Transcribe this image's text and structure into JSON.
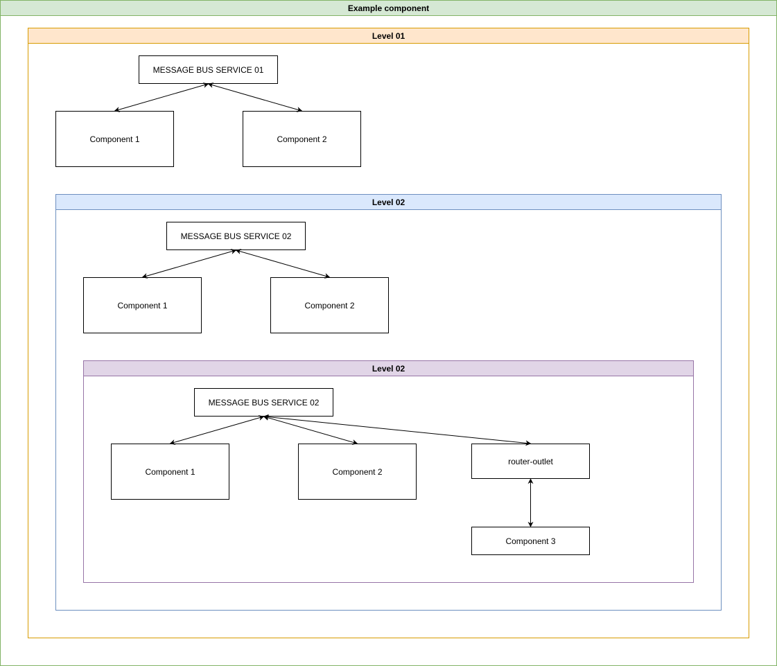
{
  "outer_title": "Example component",
  "level01": {
    "title": "Level 01",
    "bus": "MESSAGE BUS SERVICE 01",
    "component1": "Component 1",
    "component2": "Component 2"
  },
  "level02": {
    "title": "Level 02",
    "bus": "MESSAGE BUS SERVICE 02",
    "component1": "Component 1",
    "component2": "Component 2"
  },
  "level02_inner": {
    "title": "Level 02",
    "bus": "MESSAGE BUS SERVICE 02",
    "component1": "Component 1",
    "component2": "Component 2",
    "router_outlet": "router-outlet",
    "component3": "Component 3"
  },
  "colors": {
    "outer_border": "#82b366",
    "outer_header": "#d5e8d4",
    "level01_border": "#d79b00",
    "level01_header": "#ffe6cc",
    "level02_border": "#6c8ebf",
    "level02_header": "#dae8fc",
    "level02_inner_border": "#9673a6",
    "level02_inner_header": "#e1d5e7"
  },
  "edges": [
    {
      "from": "l1-bus",
      "to": "l1-c1",
      "bidirectional": true
    },
    {
      "from": "l1-bus",
      "to": "l1-c2",
      "bidirectional": true
    },
    {
      "from": "l2-bus",
      "to": "l2-c1",
      "bidirectional": true
    },
    {
      "from": "l2-bus",
      "to": "l2-c2",
      "bidirectional": true
    },
    {
      "from": "l3-bus",
      "to": "l3-c1",
      "bidirectional": true
    },
    {
      "from": "l3-bus",
      "to": "l3-c2",
      "bidirectional": true
    },
    {
      "from": "l3-bus",
      "to": "l3-router",
      "bidirectional": true
    },
    {
      "from": "l3-router",
      "to": "l3-c3",
      "bidirectional": true
    }
  ]
}
